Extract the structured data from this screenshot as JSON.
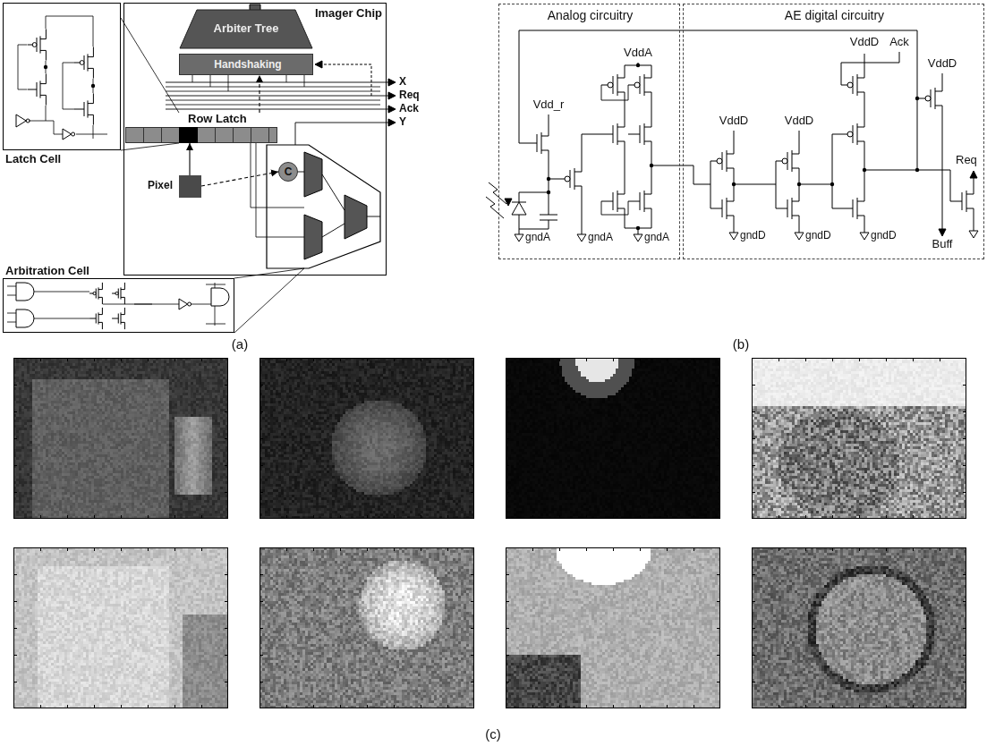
{
  "diagram": {
    "nodes": [
      {
        "text": [
          "Latch Cell"
        ]
      },
      {
        "text": [
          "Imager Chip"
        ]
      },
      {
        "text": [
          "Arbiter Tree"
        ],
        "in": 1
      },
      {
        "text": [
          "Handshaking"
        ],
        "in": 1
      },
      {
        "text": [
          "Row Latch"
        ],
        "in": 1
      },
      {
        "text": [
          "Pixel"
        ],
        "in": 1
      },
      {
        "text": [
          "C"
        ],
        "in": 1
      },
      {
        "text": [
          "Arbitration Cell"
        ]
      },
      {
        "text": [
          "Analog circuitry"
        ]
      },
      {
        "text": [
          "AE digital circuitry"
        ]
      }
    ],
    "edges": [
      {
        "from": 4,
        "to": 3,
        "arrow": "to"
      },
      {
        "from": 5,
        "to": 4,
        "arrow": "to"
      },
      {
        "from": 5,
        "to": 6,
        "arrow": "to"
      },
      {
        "from": 0,
        "to": 4,
        "arrow": "none"
      }
    ],
    "labels": [
      "X",
      "Req",
      "Ack",
      "Y",
      "(a)",
      "Vdd_r",
      "VddA",
      "gndA",
      "gndA",
      "gndA",
      "VddD",
      "VddD",
      "VddD",
      "VddD",
      "Ack",
      "Buff",
      "Req",
      "gndD",
      "gndD",
      "gndD",
      "(b)",
      "(c)"
    ]
  }
}
